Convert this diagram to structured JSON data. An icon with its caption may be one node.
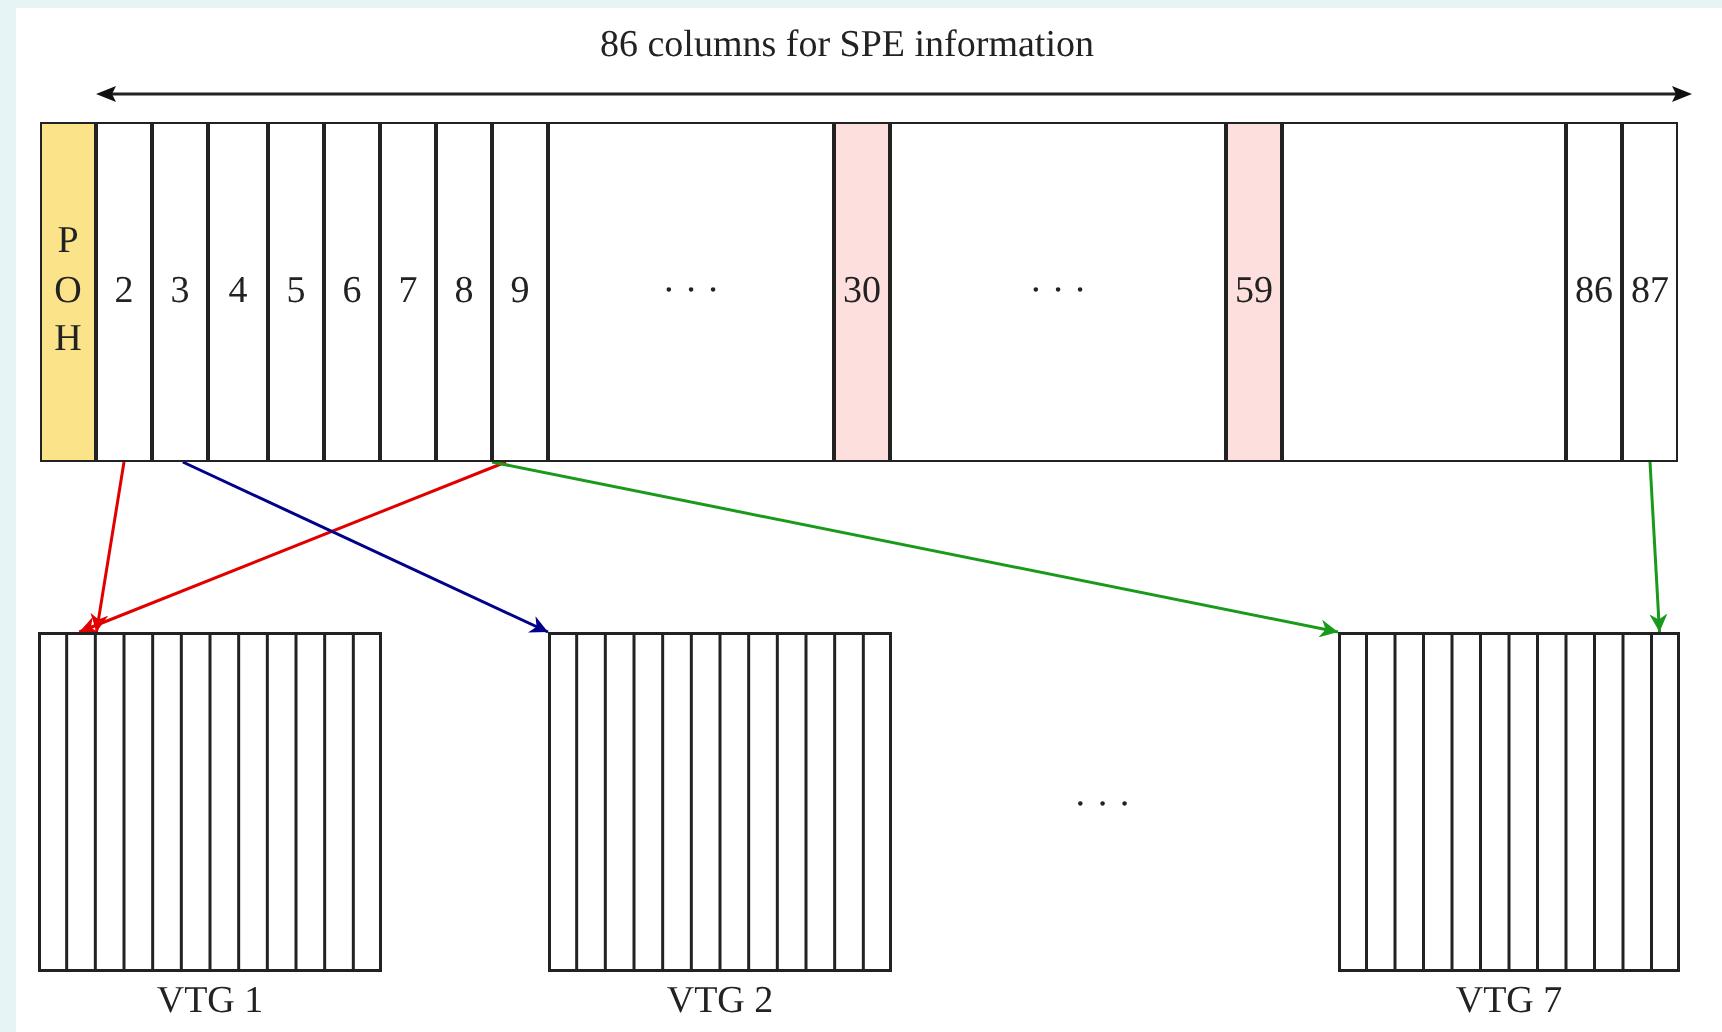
{
  "diagram": {
    "nodes": [
      {
        "text": [
          "POH"
        ]
      },
      {
        "text": [
          "2"
        ]
      },
      {
        "text": [
          "3"
        ]
      },
      {
        "text": [
          "4"
        ]
      },
      {
        "text": [
          "5"
        ]
      },
      {
        "text": [
          "6"
        ]
      },
      {
        "text": [
          "7"
        ]
      },
      {
        "text": [
          "8"
        ]
      },
      {
        "text": [
          "9"
        ]
      },
      {
        "text": [
          "· · ·"
        ]
      },
      {
        "text": [
          "30"
        ]
      },
      {
        "text": [
          "· · ·"
        ]
      },
      {
        "text": [
          "59"
        ]
      },
      {
        "text": [],
        "shape": "box"
      },
      {
        "text": [
          "86"
        ]
      },
      {
        "text": [
          "87"
        ]
      },
      {
        "text": [
          "VTG 1"
        ]
      },
      {
        "text": [
          "VTG 2"
        ]
      },
      {
        "text": [
          "VTG 7"
        ]
      }
    ],
    "edges": [
      {
        "from": 1,
        "to": 16,
        "arrow": "to",
        "color": "#e00000"
      },
      {
        "from": 8,
        "to": 16,
        "arrow": "to",
        "color": "#e00000"
      },
      {
        "from": 2,
        "to": 17,
        "arrow": "to",
        "color": "#00008b"
      },
      {
        "from": 8,
        "to": 18,
        "arrow": "to",
        "color": "#1a9a1a"
      },
      {
        "from": 15,
        "to": 18,
        "arrow": "to",
        "color": "#1a9a1a"
      }
    ],
    "labels": [
      "86 columns for SPE information",
      "· · ·"
    ]
  }
}
